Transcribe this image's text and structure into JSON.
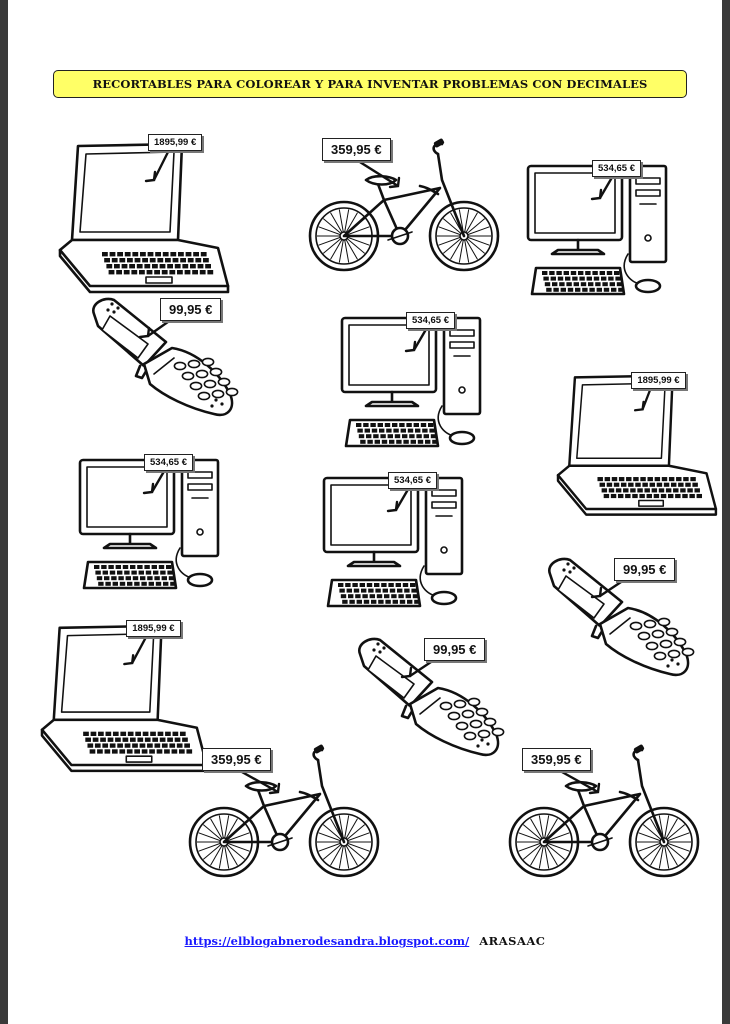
{
  "title": "RECORTABLES PARA COLOREAR Y PARA INVENTAR PROBLEMAS CON DECIMALES",
  "colors": {
    "banner": "#ffff66",
    "page": "#ffffff",
    "link": "#1a1aff"
  },
  "items": [
    {
      "type": "laptop",
      "price": "1895,99 €"
    },
    {
      "type": "bike",
      "price": "359,95 €"
    },
    {
      "type": "computer",
      "price": "534,65 €"
    },
    {
      "type": "phone",
      "price": "99,95 €"
    },
    {
      "type": "computer",
      "price": "534,65 €"
    },
    {
      "type": "laptop",
      "price": "1895,99 €"
    },
    {
      "type": "computer",
      "price": "534,65 €"
    },
    {
      "type": "computer",
      "price": "534,65 €"
    },
    {
      "type": "phone",
      "price": "99,95 €"
    },
    {
      "type": "laptop",
      "price": "1895,99 €"
    },
    {
      "type": "phone",
      "price": "99,95 €"
    },
    {
      "type": "bike",
      "price": "359,95 €"
    },
    {
      "type": "bike",
      "price": "359,95 €"
    }
  ],
  "footer": {
    "link": "https://elblogabnerodesandra.blogspot.com/",
    "credit": "ARASAAC"
  }
}
